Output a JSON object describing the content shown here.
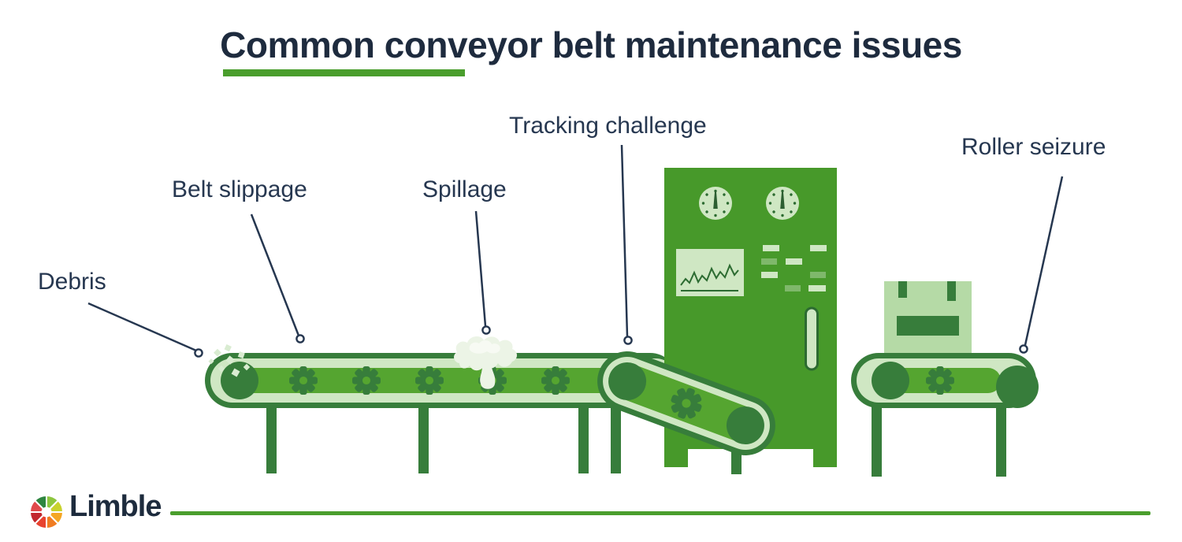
{
  "title": "Common conveyor belt maintenance issues",
  "labels": {
    "debris": "Debris",
    "belt_slippage": "Belt slippage",
    "spillage": "Spillage",
    "tracking_challenge": "Tracking challenge",
    "roller_seizure": "Roller seizure"
  },
  "brand": {
    "name": "Limble",
    "logo_icon": "multicolor-gear-pinwheel"
  },
  "colors": {
    "navy_text": "#1e2b3e",
    "label_navy": "#263750",
    "accent_green": "#4a9e2d",
    "dark_green": "#377d3b",
    "belt_stripe_green": "#55a530",
    "machine_green": "#47992a",
    "pale_green": "#cfe7c3",
    "box_green": "#b5daa6",
    "muted_indicator_green": "#7fb86b",
    "spill_white": "#ecf4e6",
    "background": "#ffffff"
  }
}
